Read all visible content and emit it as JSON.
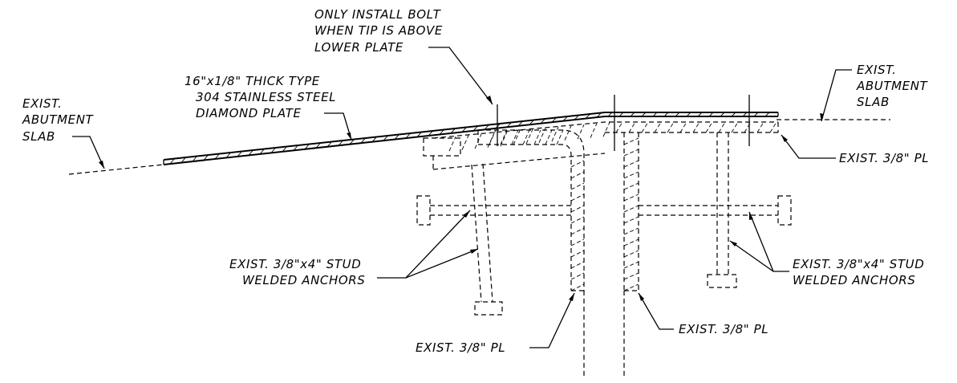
{
  "notes": {
    "bolt": [
      "ONLY INSTALL BOLT",
      "WHEN TIP IS ABOVE",
      "LOWER PLATE"
    ],
    "diamond_plate": [
      "16\"x1/8\" THICK TYPE",
      "304 STAINLESS STEEL",
      "DIAMOND PLATE"
    ],
    "slab_left": [
      "EXIST.",
      "ABUTMENT",
      "SLAB"
    ],
    "slab_right": [
      "EXIST.",
      "ABUTMENT",
      "SLAB"
    ],
    "exist_pl_right": "EXIST. 3/8\" PL",
    "exist_pl_bottom_left": "EXIST. 3/8\" PL",
    "exist_pl_bottom_right": "EXIST. 3/8\" PL",
    "studs_left": [
      "EXIST. 3/8\"x4\" STUD",
      "WELDED ANCHORS"
    ],
    "studs_right": [
      "EXIST. 3/8\"x4\" STUD",
      "WELDED ANCHORS"
    ]
  }
}
